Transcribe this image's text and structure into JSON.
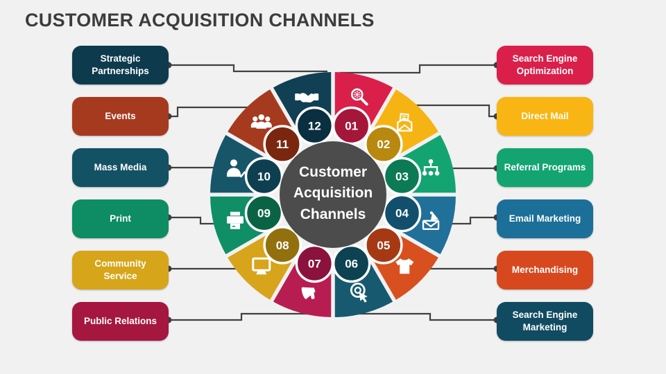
{
  "title": "CUSTOMER ACQUISITION CHANNELS",
  "center_label": "Customer Acquisition Channels",
  "colors": {
    "background": "#F1F1F2",
    "title_text": "#3C3C3C",
    "connector": "#3F3F3F",
    "center_circle": "#4C4C4C",
    "box_text": "#FFFFFF"
  },
  "left_items": [
    {
      "label": "Strategic Partnerships",
      "color": "#0D3B4D",
      "segment": "12"
    },
    {
      "label": "Events",
      "color": "#A63A1F",
      "segment": "11"
    },
    {
      "label": "Mass Media",
      "color": "#135165",
      "segment": "10"
    },
    {
      "label": "Print",
      "color": "#0E8C63",
      "segment": "09"
    },
    {
      "label": "Community Service",
      "color": "#D6A519",
      "segment": "08"
    },
    {
      "label": "Public Relations",
      "color": "#A5173E",
      "segment": "07"
    }
  ],
  "right_items": [
    {
      "label": "Search Engine Optimization",
      "color": "#DA1F4B",
      "segment": "01"
    },
    {
      "label": "Direct Mail",
      "color": "#F9B513",
      "segment": "02"
    },
    {
      "label": "Referral Programs",
      "color": "#13A472",
      "segment": "03"
    },
    {
      "label": "Email Marketing",
      "color": "#1C6F98",
      "segment": "04"
    },
    {
      "label": "Merchandising",
      "color": "#D8481E",
      "segment": "05"
    },
    {
      "label": "Search Engine Marketing",
      "color": "#114B61",
      "segment": "06"
    }
  ],
  "wheel_segments": [
    {
      "number": "01",
      "label": "Search Engine Optimization",
      "color": "#DA1F4B",
      "badge_color": "#A5163B",
      "icon": "seo-magnifier-gear-icon"
    },
    {
      "number": "02",
      "label": "Direct Mail",
      "color": "#F6B414",
      "badge_color": "#B8880F",
      "icon": "direct-mail-icon"
    },
    {
      "number": "03",
      "label": "Referral Programs",
      "color": "#13A472",
      "badge_color": "#0C7A54",
      "icon": "referral-network-icon"
    },
    {
      "number": "04",
      "label": "Email Marketing",
      "color": "#21709A",
      "badge_color": "#124F6D",
      "icon": "email-marketing-icon"
    },
    {
      "number": "05",
      "label": "Merchandising",
      "color": "#D8501F",
      "badge_color": "#A63914",
      "icon": "tshirt-icon"
    },
    {
      "number": "06",
      "label": "Search Engine Marketing",
      "color": "#175A70",
      "badge_color": "#0D4253",
      "icon": "target-cursor-icon"
    },
    {
      "number": "07",
      "label": "Public Relations",
      "color": "#B81D51",
      "badge_color": "#8A123C",
      "icon": "megaphone-icon"
    },
    {
      "number": "08",
      "label": "Community Service",
      "color": "#D8A41C",
      "badge_color": "#93700E",
      "icon": "monitor-icon"
    },
    {
      "number": "09",
      "label": "Print",
      "color": "#108E66",
      "badge_color": "#0A6345",
      "icon": "printer-icon"
    },
    {
      "number": "10",
      "label": "Mass Media",
      "color": "#175669",
      "badge_color": "#0D3F51",
      "icon": "person-check-icon"
    },
    {
      "number": "11",
      "label": "Events",
      "color": "#A63A1F",
      "badge_color": "#7B2710",
      "icon": "people-group-icon"
    },
    {
      "number": "12",
      "label": "Strategic Partnerships",
      "color": "#113F54",
      "badge_color": "#0A2F40",
      "icon": "handshake-icon"
    }
  ]
}
